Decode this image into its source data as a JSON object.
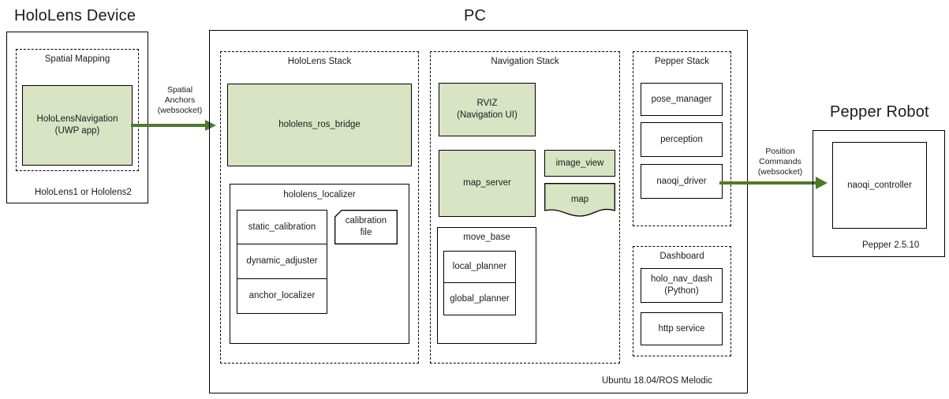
{
  "diagram": {
    "title": "HoloLens / PC / Pepper ROS system architecture",
    "colors": {
      "green_fill": "#d8e4c4",
      "arrow_green": "#4e7a2c",
      "stroke": "#000000"
    }
  },
  "hololens_device": {
    "title": "HoloLens Device",
    "footer": "HoloLens1 or Hololens2",
    "spatial_mapping": {
      "caption": "Spatial Mapping",
      "app": "HoloLensNavigation\n(UWP app)"
    }
  },
  "link_device_to_pc": {
    "label": "Spatial\nAnchors\n(websocket)"
  },
  "pc": {
    "title": "PC",
    "footer": "Ubuntu 18.04/ROS Melodic",
    "hololens_stack": {
      "caption": "HoloLens Stack",
      "bridge": "hololens_ros_bridge",
      "localizer": {
        "caption": "hololens_localizer",
        "nodes": [
          "static_calibration",
          "dynamic_adjuster",
          "anchor_localizer"
        ],
        "file": "calibration\nfile"
      }
    },
    "navigation_stack": {
      "caption": "Navigation Stack",
      "rviz": "RVIZ\n(Navigation UI)",
      "map_server": "map_server",
      "image_view": "image_view",
      "map": "map",
      "move_base": {
        "caption": "move_base",
        "nodes": [
          "local_planner",
          "global_planner"
        ]
      }
    },
    "pepper_stack": {
      "caption": "Pepper Stack",
      "nodes": [
        "pose_manager",
        "perception",
        "naoqi_driver"
      ]
    },
    "dashboard": {
      "caption": "Dashboard",
      "nodes": [
        "holo_nav_dash\n(Python)",
        "http service"
      ]
    }
  },
  "link_pc_to_robot": {
    "label": "Position\nCommands\n(websocket)"
  },
  "pepper_robot": {
    "title": "Pepper Robot",
    "controller": "naoqi_controller",
    "footer": "Pepper 2.5.10"
  }
}
